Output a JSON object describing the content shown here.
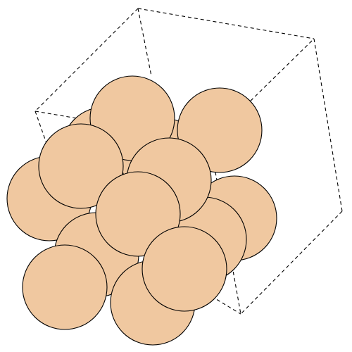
{
  "diagram": {
    "kind": "sphere-packing-in-cube",
    "sphere_count": 15,
    "colors": {
      "sphere_fill": "#f0c8a0",
      "sphere_stroke": "#000000",
      "edge_stroke": "#000000",
      "background": "#ffffff"
    },
    "cube_edge_style": "dashed"
  }
}
